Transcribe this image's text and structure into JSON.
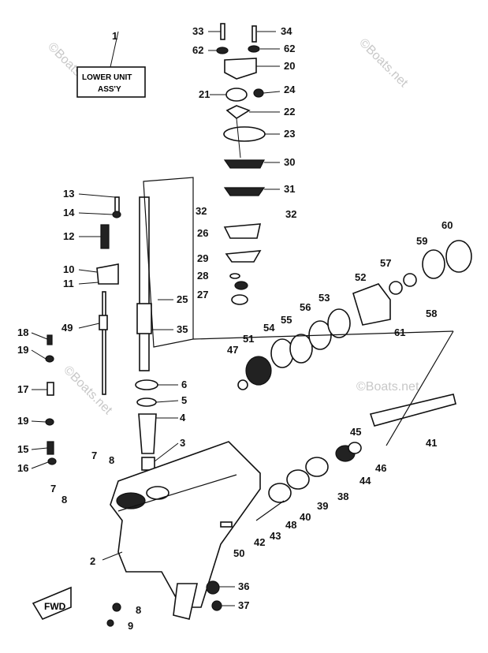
{
  "title_box": {
    "line1": "LOWER UNIT",
    "line2": "ASS'Y"
  },
  "fwd_label": "FWD",
  "watermarks": [
    "©Boats.net",
    "©Boats.net",
    "©Boats.net",
    "©Boats.net"
  ],
  "callouts": [
    "1",
    "2",
    "3",
    "4",
    "5",
    "6",
    "7",
    "7",
    "8",
    "8",
    "8",
    "9",
    "10",
    "11",
    "12",
    "13",
    "14",
    "15",
    "16",
    "17",
    "18",
    "19",
    "19",
    "20",
    "21",
    "22",
    "23",
    "24",
    "25",
    "26",
    "27",
    "28",
    "29",
    "30",
    "31",
    "32",
    "32",
    "33",
    "34",
    "35",
    "36",
    "37",
    "38",
    "39",
    "40",
    "41",
    "42",
    "43",
    "44",
    "45",
    "46",
    "47",
    "48",
    "49",
    "50",
    "51",
    "52",
    "53",
    "54",
    "55",
    "56",
    "57",
    "58",
    "59",
    "60",
    "61",
    "62",
    "62"
  ]
}
